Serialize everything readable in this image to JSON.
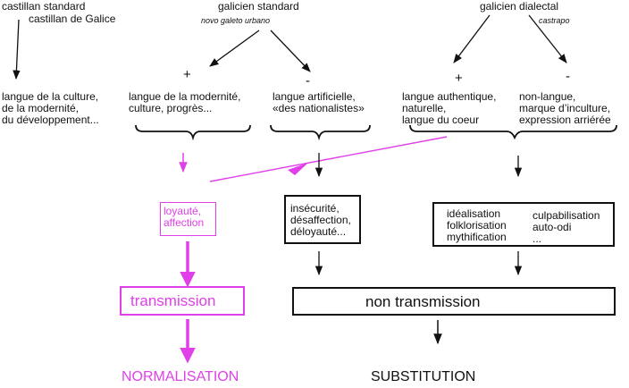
{
  "top": {
    "castillan_standard": "castillan standard",
    "castillan_galice": "castillan de Galice",
    "galicien_standard": "galicien standard",
    "novo_galeto": "novo galeto urbano",
    "galicien_dialectal": "galicien dialectal",
    "castrapo": "castrapo"
  },
  "middle": {
    "castillan_desc": "langue de la culture,\nde la modernité,\ndu développement...",
    "gal_std_plus": "langue de la modernité,\nculture, progrès...",
    "gal_std_minus": "langue artificielle,\n«des nationalistes»",
    "dial_plus": "langue authentique,\nnaturelle,\nlangue du coeur",
    "dial_minus": "non-langue,\nmarque d’inculture,\nexpression arriérée",
    "plus": "+",
    "minus": "-"
  },
  "boxes": {
    "loyaute": "loyauté,\naffection",
    "insecurite": "insécurité,\ndésaffection,\ndéloyauté...",
    "idealisation": "idéalisation\nfolklorisation\nmythification",
    "culpabilisation": "culpabilisation\nauto-odi\n..."
  },
  "bottom": {
    "transmission": "transmission",
    "non_transmission": "non transmission",
    "normalisation": "NORMALISATION",
    "substitution": "SUBSTITUTION"
  },
  "colors": {
    "accent": "#e040e8",
    "ink": "#111111"
  }
}
